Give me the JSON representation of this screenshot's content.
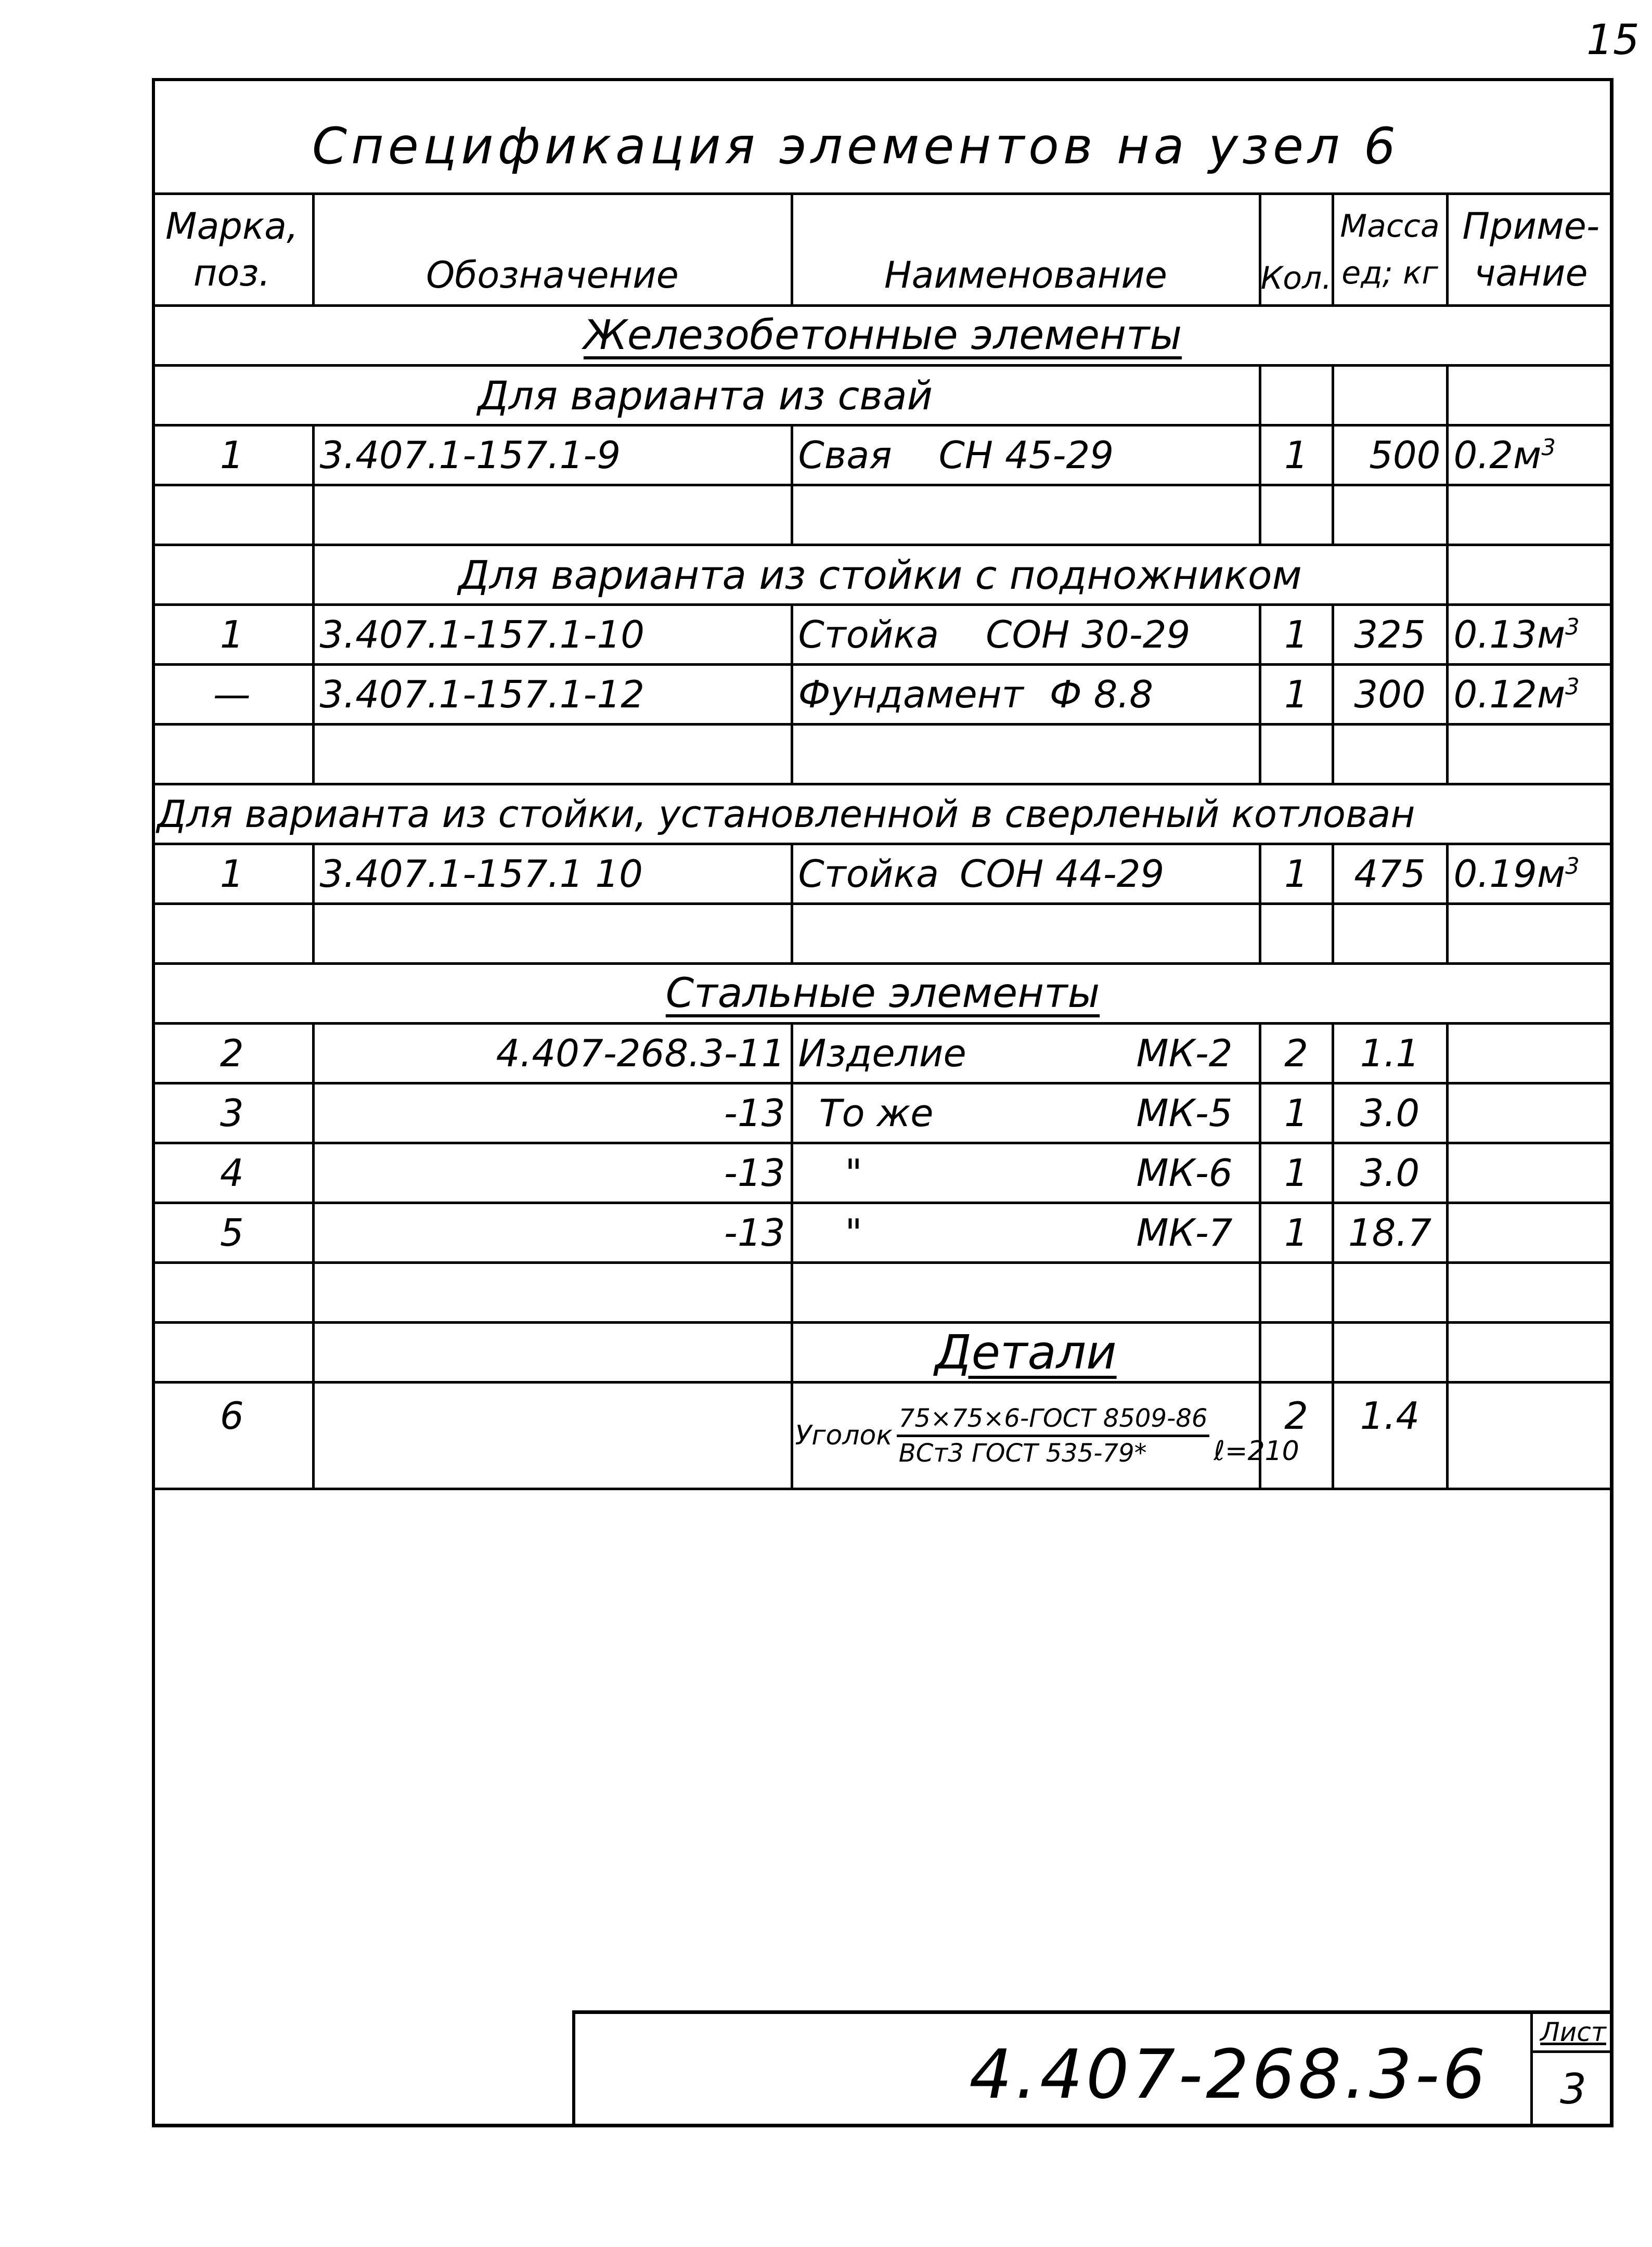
{
  "page_number": "15",
  "title": "Спецификация   элементов   на узел 6",
  "columns": {
    "mark": "Марка, поз.",
    "mark_line1": "Марка,",
    "mark_line2": "поз.",
    "designation": "Обозначение",
    "name": "Наименование",
    "qty": "Кол.",
    "mass_line1": "Масса",
    "mass_line2": "ед; кг",
    "note_line1": "Приме-",
    "note_line2": "чание"
  },
  "sections": {
    "reinforced_concrete": "Железобетонные   элементы",
    "steel": "Стальные   элементы",
    "details": "Детали"
  },
  "variants": {
    "piles": "Для   варианта   из  свай",
    "post_with_footing": "Для   варианта  из  стойки  с  подножником",
    "post_in_drilled_pit": "Для варианта из стойки, установленной в сверленый котлован"
  },
  "rows": {
    "piles": [
      {
        "mark": "1",
        "designation": "3.407.1-157.1-9",
        "name": "Свая",
        "type": "СН 45-29",
        "qty": "1",
        "mass": "500",
        "note": "0.2м",
        "note_sup": "3"
      }
    ],
    "post_with_footing": [
      {
        "mark": "1",
        "designation": "3.407.1-157.1-10",
        "name": "Стойка",
        "type": "СОН 30-29",
        "qty": "1",
        "mass": "325",
        "note": "0.13м",
        "note_sup": "3"
      },
      {
        "mark": "—",
        "designation": "3.407.1-157.1-12",
        "name": "Фундамент",
        "type": "Ф 8.8",
        "qty": "1",
        "mass": "300",
        "note": "0.12м",
        "note_sup": "3"
      }
    ],
    "post_in_drilled_pit": [
      {
        "mark": "1",
        "designation": "3.407.1-157.1 10",
        "name": "Стойка",
        "type": "СОН 44-29",
        "qty": "1",
        "mass": "475",
        "note": "0.19м",
        "note_sup": "3"
      }
    ],
    "steel": [
      {
        "mark": "2",
        "designation": "4.407-268.3-11",
        "name": "Изделие",
        "type": "МК-2",
        "qty": "2",
        "mass": "1.1",
        "note": ""
      },
      {
        "mark": "3",
        "designation": "-13",
        "name": "То же",
        "type": "МК-5",
        "qty": "1",
        "mass": "3.0",
        "note": ""
      },
      {
        "mark": "4",
        "designation": "-13",
        "name": "\"",
        "type": "МК-6",
        "qty": "1",
        "mass": "3.0",
        "note": ""
      },
      {
        "mark": "5",
        "designation": "-13",
        "name": "\"",
        "type": "МК-7",
        "qty": "1",
        "mass": "18.7",
        "note": ""
      }
    ],
    "details": [
      {
        "mark": "6",
        "designation": "",
        "name": "Уголок",
        "numerator": "75×75×6-ГОСТ 8509-86",
        "denominator": "ВСт3 ГОСТ 535-79*",
        "length": "ℓ=210",
        "qty": "2",
        "mass": "1.4",
        "note": ""
      }
    ]
  },
  "stamp": {
    "doc_code": "4.407-268.3-6",
    "sheet_label": "Лист",
    "sheet_number": "3"
  }
}
